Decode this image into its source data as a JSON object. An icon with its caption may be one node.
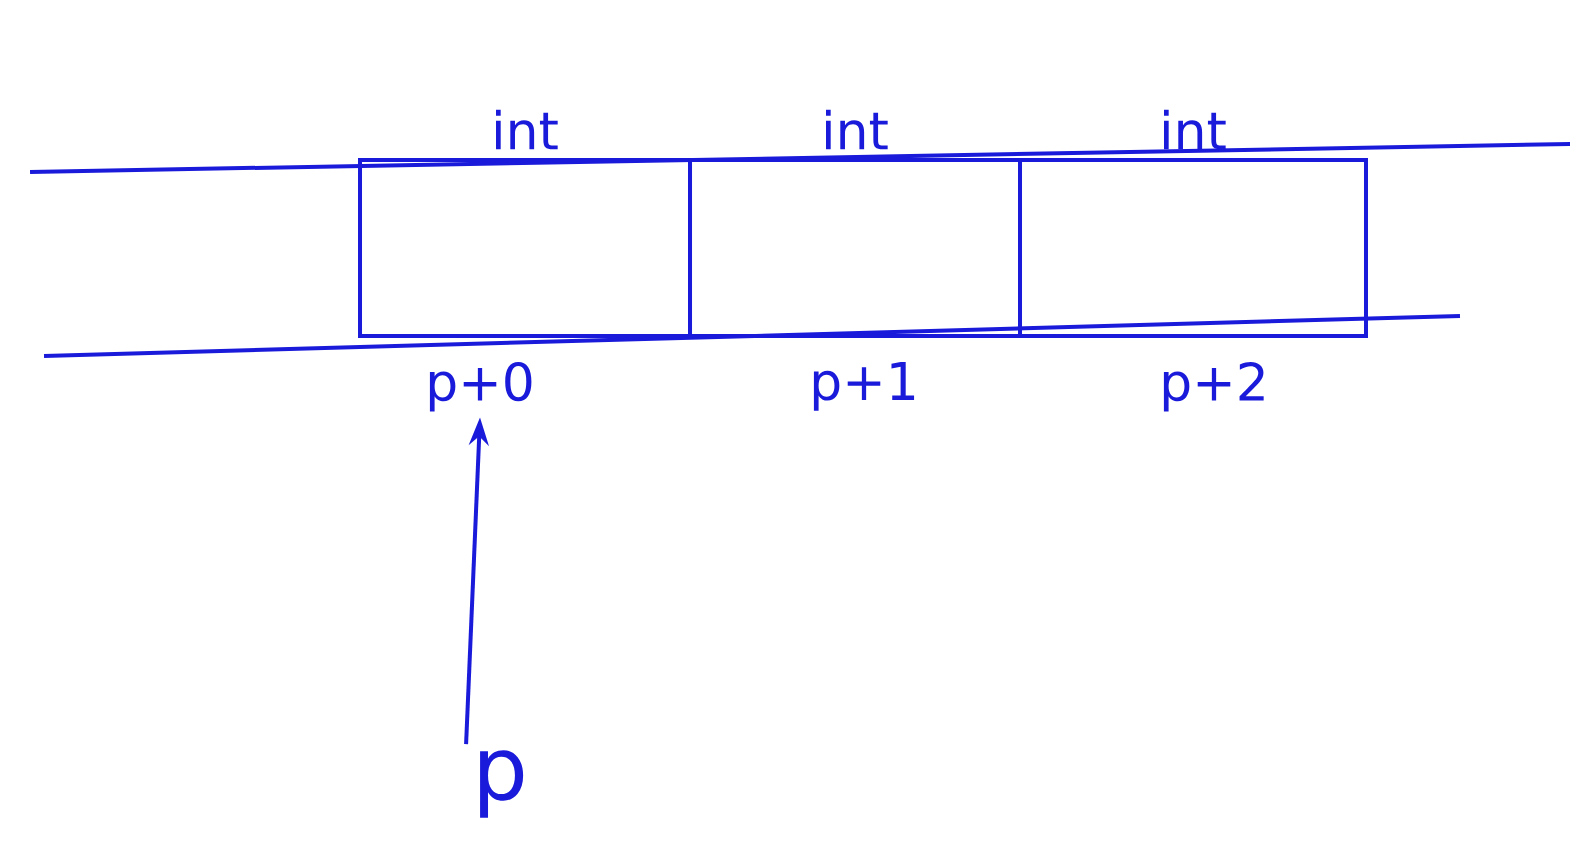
{
  "diagram": {
    "nodes": [
      {
        "text": [
          "int"
        ],
        "beside": [
          "p+0"
        ]
      },
      {
        "text": [
          "int"
        ],
        "beside": [
          "p+1"
        ]
      },
      {
        "text": [
          "int"
        ],
        "beside": [
          "p+2"
        ]
      },
      {
        "text": [
          "p"
        ]
      }
    ],
    "edges": [
      {
        "from": 3,
        "to": 0,
        "arrow": "to"
      }
    ]
  }
}
